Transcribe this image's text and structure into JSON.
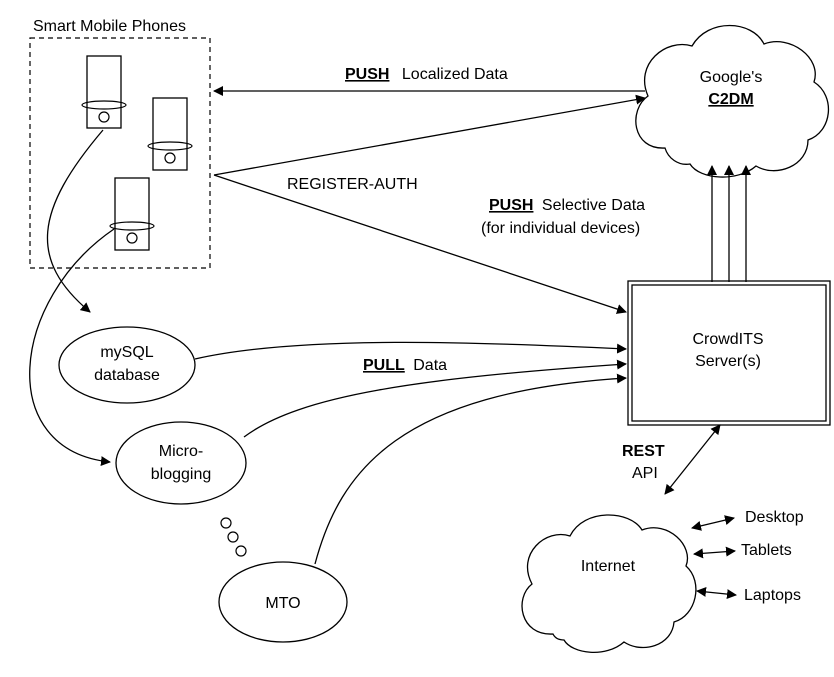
{
  "phones_group": {
    "label": "Smart Mobile Phones"
  },
  "google": {
    "line1": "Google's",
    "line2": "C2DM"
  },
  "server": {
    "line1": "CrowdITS",
    "line2": "Server(s)"
  },
  "internet": {
    "label": "Internet"
  },
  "nodes": {
    "mysql": {
      "line1": "mySQL",
      "line2": "database"
    },
    "microblog": {
      "line1": "Micro-",
      "line2": "blogging"
    },
    "mto": {
      "label": "MTO"
    }
  },
  "labels": {
    "push_localized": {
      "key": "PUSH",
      "rest": "Localized Data"
    },
    "register_auth": "REGISTER-AUTH",
    "push_selective": {
      "key": "PUSH",
      "rest": "Selective Data",
      "line2": "(for individual devices)"
    },
    "pull": {
      "key": "PULL",
      "rest": "Data"
    },
    "rest_api": {
      "key": "REST",
      "line2": "API"
    }
  },
  "clients": [
    "Desktop",
    "Tablets",
    "Laptops"
  ],
  "colors": {
    "stroke": "#000000",
    "fill": "#ffffff"
  }
}
